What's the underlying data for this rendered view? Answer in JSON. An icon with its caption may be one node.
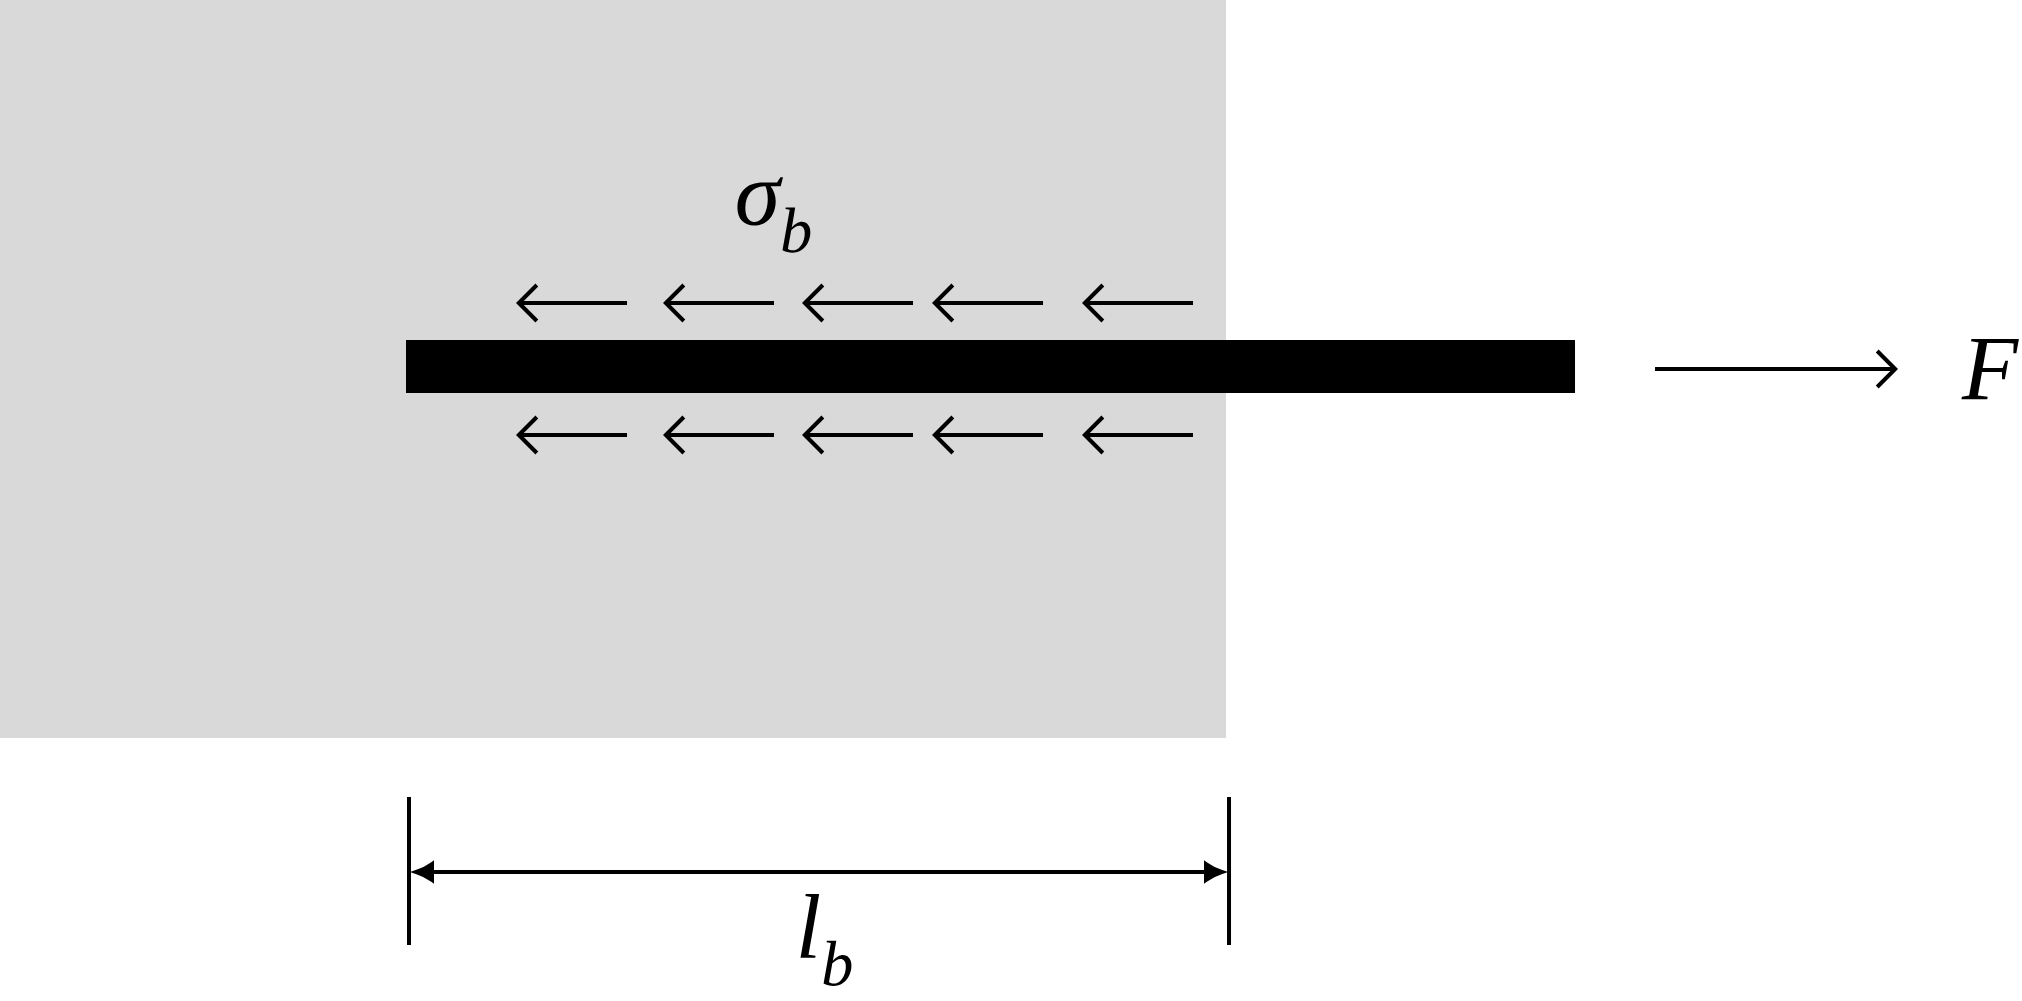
{
  "diagram": {
    "nodes": [
      {
        "text": [],
        "shape": "bar"
      }
    ],
    "labels": [
      "σ$_{b}$",
      "F",
      "l$_{b}$"
    ]
  }
}
